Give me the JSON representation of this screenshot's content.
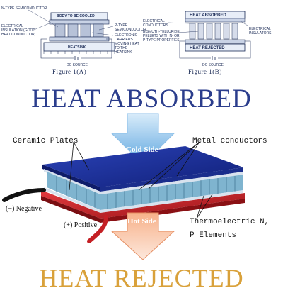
{
  "fig_a": {
    "n_type": "N-TYPE SEMICONDUCTOR",
    "body": "BODY TO BE COOLED",
    "insulation": "ELECTRICAL INSULATION (GOOD HEAT CONDUCTOR)",
    "p_type": "P-TYPE SEMICONDUCTOR",
    "carriers": "ELECTRONIC CARRIERS MOVING HEAT TO THE HEATSINK",
    "heatsink": "HEATSINK",
    "dc": "DC SOURCE",
    "caption": "Figure 1(A)"
  },
  "fig_b": {
    "heat_absorbed": "HEAT ABSORBED",
    "conductors": "ELECTRICAL CONDUCTORS",
    "insulators": "ELECTRICAL INSULATORS",
    "pellets": "BISMUTH-TELLURIDE PELLETS WITH N- OR P-TYPE PROPERTIES",
    "heat_rejected": "HEAT REJECTED",
    "dc": "DC SOURCE",
    "caption": "Figure 1(B)"
  },
  "main": {
    "heat_absorbed": "HEAT ABSORBED",
    "heat_rejected": "HEAT REJECTED",
    "cold_side": "Cold Side",
    "hot_side": "Hot Side",
    "ceramic": "Ceramic Plates",
    "metal": "Metal conductors",
    "negative": "(−) Negative",
    "positive": "(+) Positive",
    "thermo_line1": "Thermoelectric N,",
    "thermo_line2": "P Elements"
  },
  "colors": {
    "title_blue": "#2b3d8c",
    "title_gold": "#d9a13a",
    "plate_blue": "#1c2f9a",
    "plate_red": "#c8242a",
    "arrow_cold": "#7db7e6",
    "arrow_hot": "#ef9a6e"
  }
}
